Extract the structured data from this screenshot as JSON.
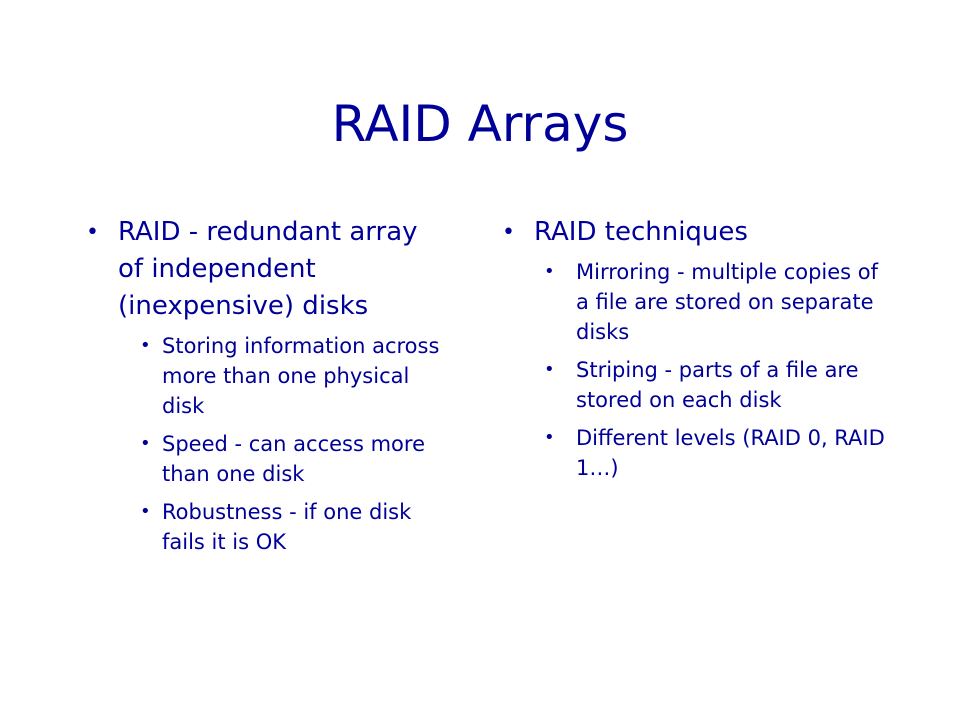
{
  "slide": {
    "title": "RAID Arrays",
    "text_color": "#000099",
    "left": {
      "heading": "RAID - redundant array of independent (inexpensive) disks",
      "items": [
        "Storing information across more than one physical disk",
        "Speed - can access more than one disk",
        "Robustness - if one disk fails it is OK"
      ]
    },
    "right": {
      "heading": "RAID techniques",
      "items": [
        "Mirroring - multiple copies of a file are stored on separate disks",
        "Striping - parts of a file are stored on each disk",
        "Different levels (RAID 0, RAID 1…)"
      ]
    }
  }
}
